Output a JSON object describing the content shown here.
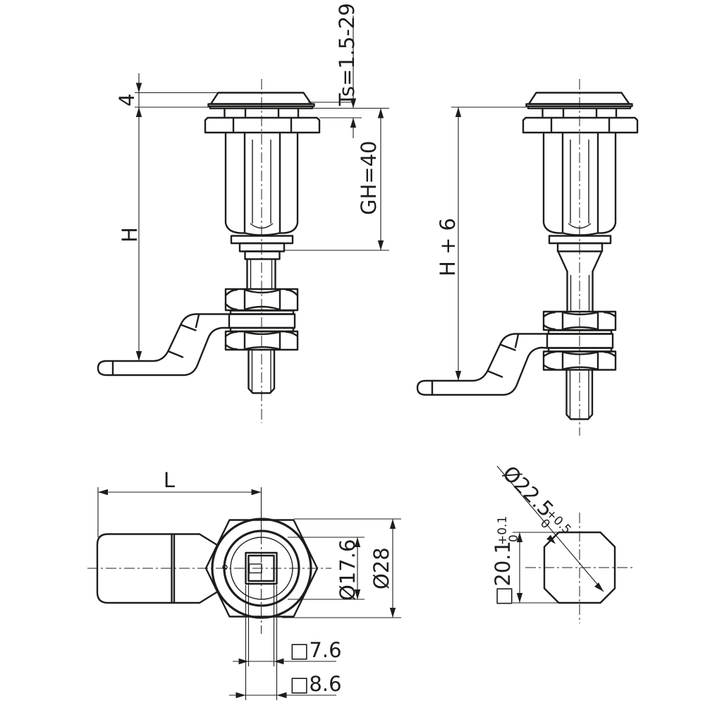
{
  "drawing": {
    "background": "#ffffff",
    "line_color": "#1d1d1b",
    "views": {
      "front_retracted": {
        "dims": {
          "head_height": "4",
          "grip": "H",
          "clamping_range": "Ts=1.5-29",
          "grip_height": "GH=40"
        }
      },
      "front_extended": {
        "dims": {
          "grip_plus": "H + 6"
        }
      },
      "top": {
        "dims": {
          "length": "L",
          "body_diameter": "Ø17.6",
          "head_diameter": "Ø28",
          "square_small": "□7.6",
          "square_large": "□8.6"
        }
      },
      "cutout": {
        "dims": {
          "diameter": "Ø22.5",
          "diameter_tol_plus": "+0.5",
          "diameter_tol_minus": "0",
          "width": "□20.1",
          "width_tol_plus": "+0.1",
          "width_tol_minus": "0"
        }
      }
    }
  }
}
